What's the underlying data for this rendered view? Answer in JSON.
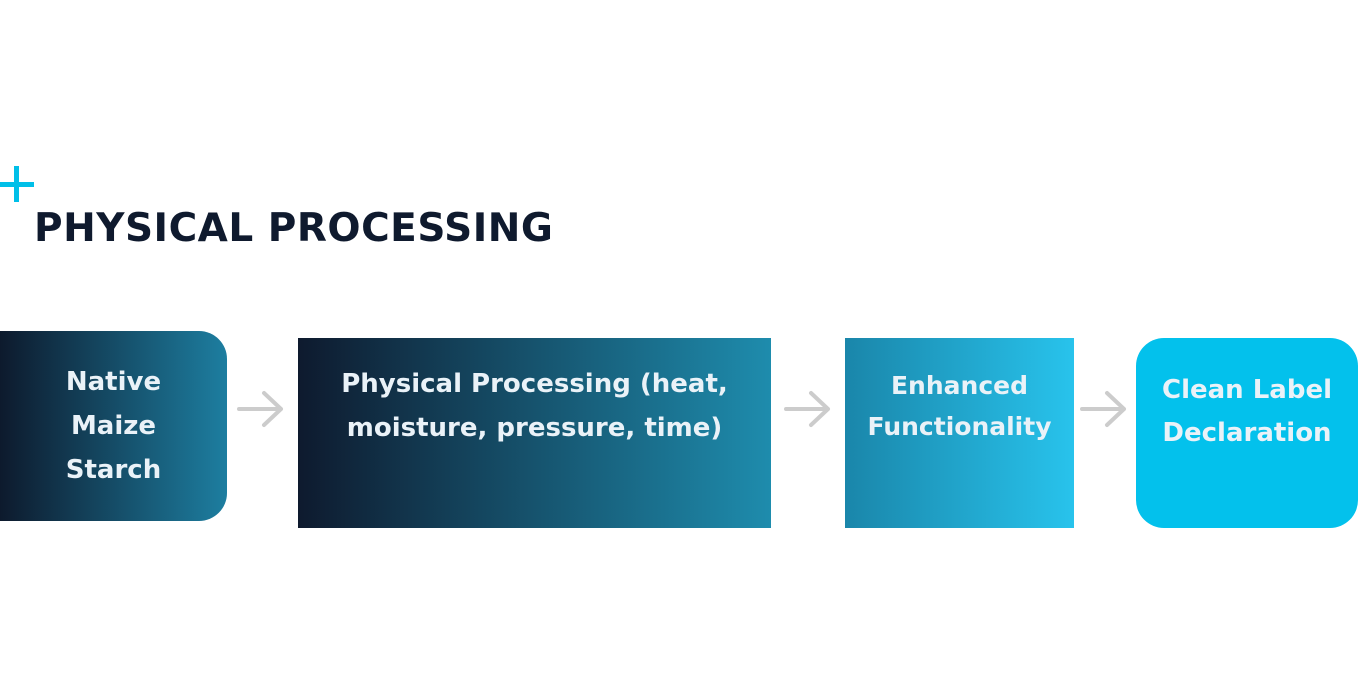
{
  "header": {
    "title": "PHYSICAL PROCESSING",
    "accent_icon": "plus-icon"
  },
  "colors": {
    "accent": "#00bfe8",
    "title": "#0f1a2e",
    "arrow": "#cccccc",
    "box_text": "#eaf2f8"
  },
  "flow": {
    "steps": [
      {
        "label": "Native Maize Starch"
      },
      {
        "label": "Physical Processing (heat, moisture, pressure, time)"
      },
      {
        "label": "Enhanced Functionality"
      },
      {
        "label": "Clean Label Declaration"
      }
    ],
    "connector_icon": "arrow-right-icon"
  }
}
